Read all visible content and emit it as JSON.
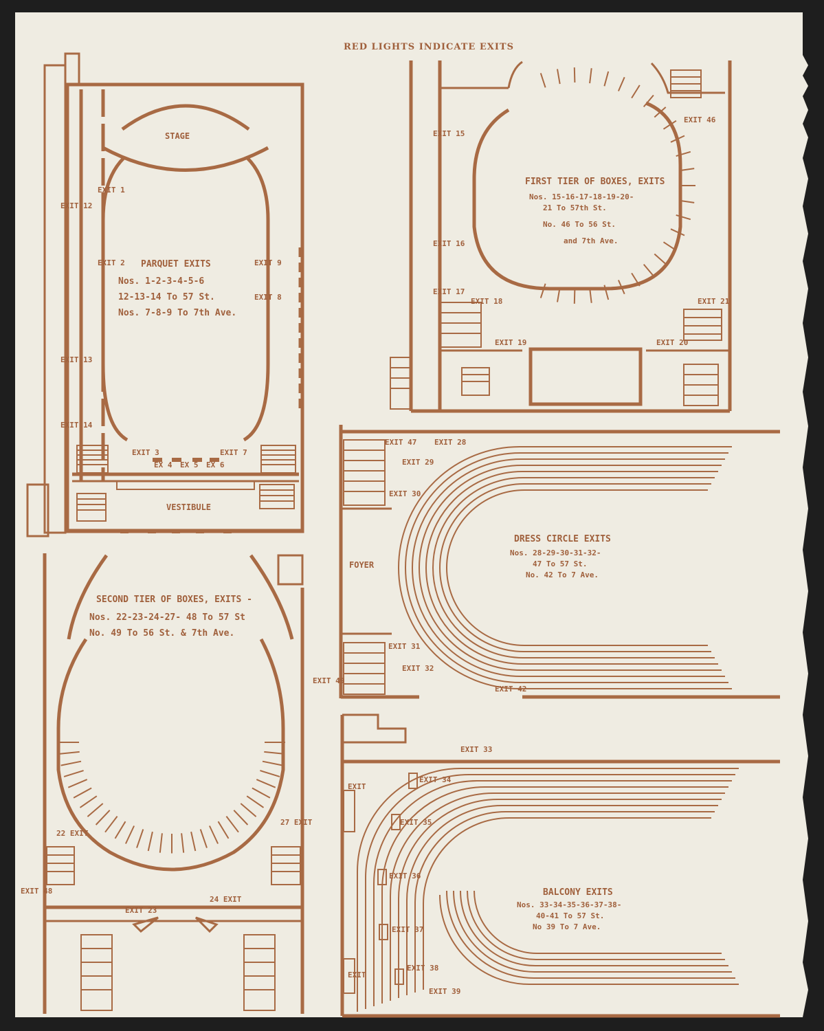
{
  "header": "RED LIGHTS INDICATE EXITS",
  "parquet": {
    "title": "PARQUET EXITS",
    "lines": [
      "Nos. 1-2-3-4-5-6",
      "12-13-14 To 57 St.",
      "Nos. 7-8-9 To 7th Ave."
    ],
    "stage": "STAGE",
    "vestibule": "VESTIBULE",
    "exits": [
      "EXIT 1",
      "EXIT 2",
      "EXIT 3",
      "EX 4",
      "EX 5",
      "EX 6",
      "EXIT 7",
      "EXIT 8",
      "EXIT 9",
      "EXIT 12",
      "EXIT 13",
      "EXIT 14"
    ]
  },
  "first_tier": {
    "title": "FIRST TIER OF BOXES, EXITS",
    "lines": [
      "Nos. 15-16-17-18-19-20-",
      "21 To 57th St.",
      "No. 46 To 56 St.",
      "and 7th Ave."
    ],
    "exits": [
      "EXIT 15",
      "EXIT 16",
      "EXIT 17",
      "EXIT 18",
      "EXIT 19",
      "EXIT 20",
      "EXIT 21",
      "EXIT 46"
    ]
  },
  "dress_circle": {
    "title": "DRESS CIRCLE EXITS",
    "lines": [
      "Nos. 28-29-30-31-32-",
      "47 To 57 St.",
      "No. 42 To 7 Ave."
    ],
    "foyer": "FOYER",
    "exits": [
      "EXIT 47",
      "EXIT 28",
      "EXIT 29",
      "EXIT 30",
      "EXIT 31",
      "EXIT 32",
      "EXIT 42"
    ]
  },
  "second_tier": {
    "title": "SECOND TIER OF BOXES, EXITS -",
    "lines": [
      "Nos. 22-23-24-27- 48 To 57 St",
      "No. 49 To 56 St. & 7th Ave."
    ],
    "exits": [
      "EXIT 49",
      "22 EXIT",
      "27 EXIT",
      "EXIT 48",
      "EXIT 23",
      "24 EXIT"
    ]
  },
  "balcony": {
    "title": "BALCONY EXITS",
    "lines": [
      "Nos. 33-34-35-36-37-38-",
      "40-41 To 57 St.",
      "No 39 To 7 Ave."
    ],
    "exits": [
      "EXIT 33",
      "EXIT",
      "EXIT 34",
      "EXIT 35",
      "EXIT 36",
      "EXIT 37",
      "EXIT 38",
      "EXIT",
      "EXIT 39"
    ]
  },
  "colors": {
    "paper": "#efece2",
    "ink": "#a86a44",
    "background": "#1e1e1e"
  }
}
